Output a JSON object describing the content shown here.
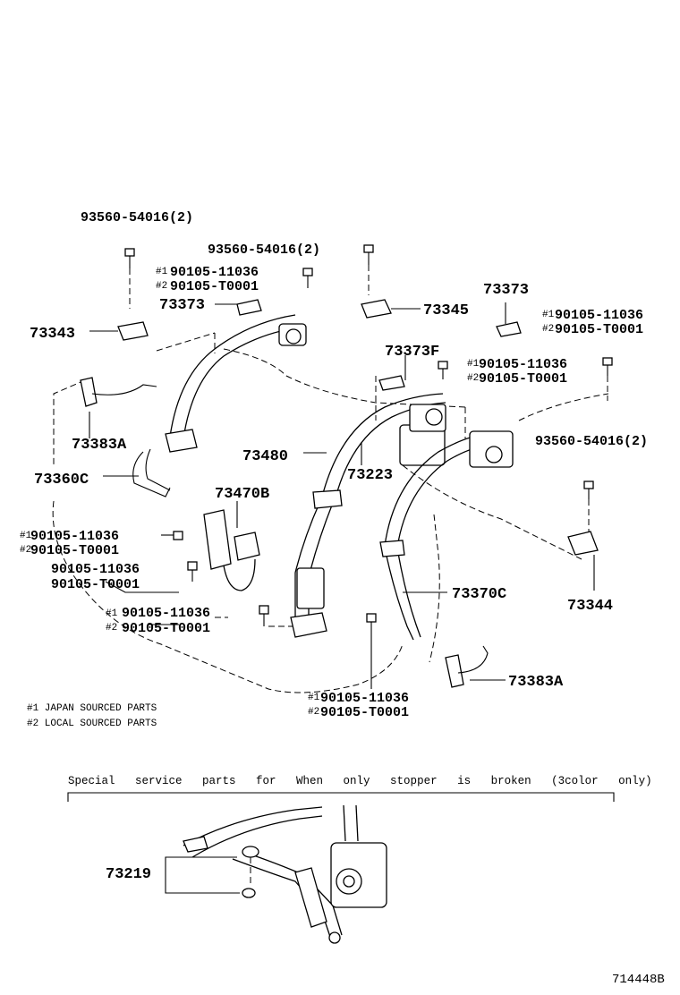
{
  "labels": {
    "p93560_a": "93560-54016(2)",
    "p93560_b": "93560-54016(2)",
    "p93560_c": "93560-54016(2)",
    "p73373_a": "73373",
    "p73373_b": "73373",
    "p73373f": "73373F",
    "p73343": "73343",
    "p73345": "73345",
    "p73383a_a": "73383A",
    "p73383a_b": "73383A",
    "p73360c": "73360C",
    "p73480": "73480",
    "p73223": "73223",
    "p73470b": "73470B",
    "p73370c": "73370C",
    "p73344": "73344",
    "p73219": "73219"
  },
  "bolt_callouts": {
    "b1": {
      "m1": "#1",
      "v1": "90105-11036",
      "m2": "#2",
      "v2": "90105-T0001"
    },
    "b2": {
      "m1": "#1",
      "v1": "90105-11036",
      "m2": "#2",
      "v2": "90105-T0001"
    },
    "b3": {
      "m1": "#1",
      "v1": "90105-11036",
      "m2": "#2",
      "v2": "90105-T0001"
    },
    "b4": {
      "m1": "#1",
      "v1": "90105-11036",
      "m2": "#2",
      "v2": "90105-T0001"
    },
    "b5": {
      "v1": "90105-11036",
      "v2": "90105-T0001"
    },
    "b6": {
      "m1": "#1",
      "v1": "90105-11036",
      "m2": "#2",
      "v2": "90105-T0001"
    },
    "b7": {
      "m1": "#1",
      "v1": "90105-11036",
      "m2": "#2",
      "v2": "90105-T0001"
    }
  },
  "notes": {
    "n1": "#1 JAPAN SOURCED PARTS",
    "n2": "#2 LOCAL SOURCED PARTS"
  },
  "service_caption": "Special   service   parts   for   When   only   stopper   is   broken   (3color   only)",
  "figure_number": "714448B"
}
